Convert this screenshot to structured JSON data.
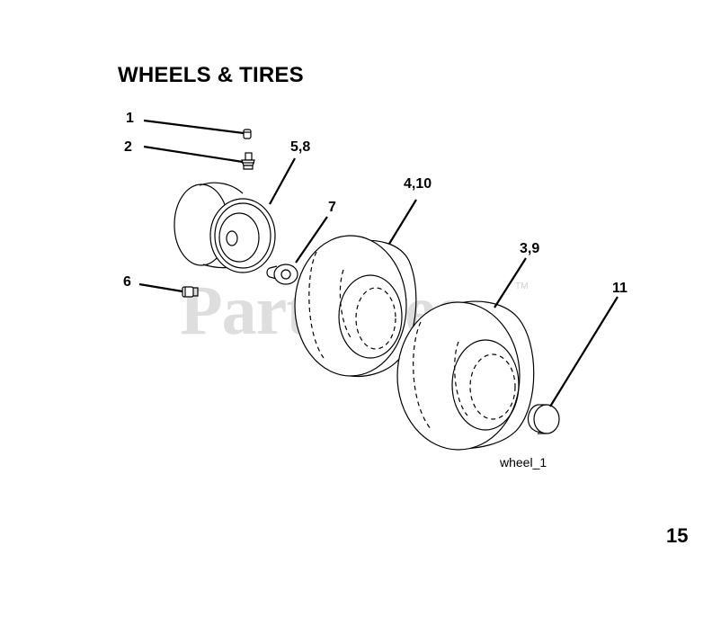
{
  "title": "WHEELS & TIRES",
  "callouts": {
    "c1": "1",
    "c2": "2",
    "c58": "5,8",
    "c7": "7",
    "c410": "4,10",
    "c39": "3,9",
    "c6": "6",
    "c11": "11"
  },
  "figure_id": "wheel_1",
  "page_number": "15",
  "watermark": {
    "text": "PartsTree",
    "tm": "TM"
  },
  "colors": {
    "ink": "#000000",
    "watermark": "#d9d9d9"
  }
}
